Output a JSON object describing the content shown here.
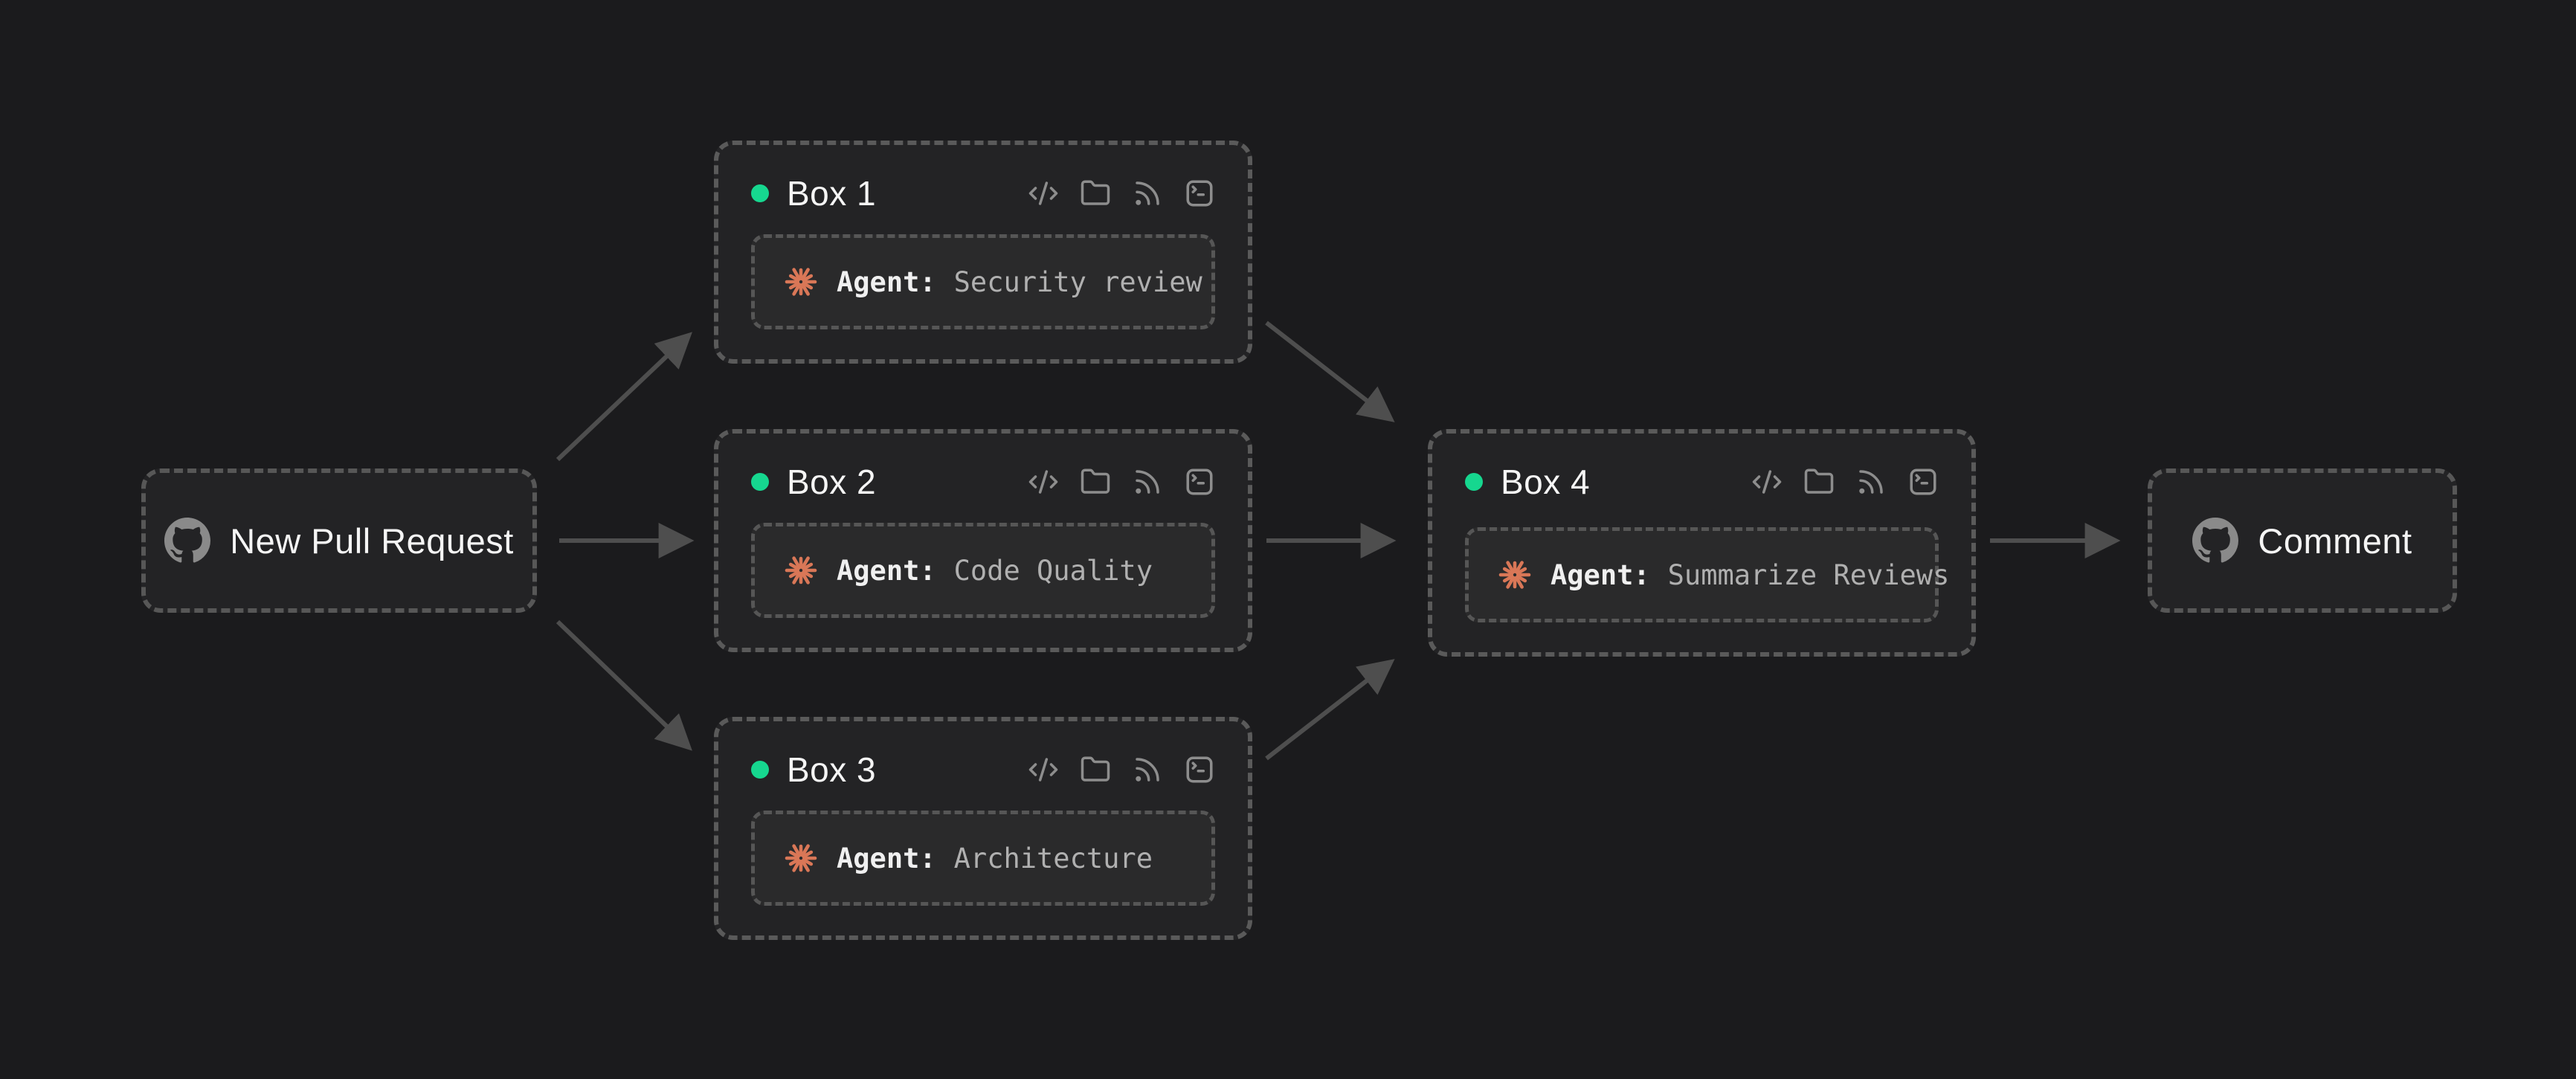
{
  "nodes": {
    "pull_request": {
      "label": "New Pull Request",
      "icon": "github-icon"
    },
    "comment": {
      "label": "Comment",
      "icon": "github-icon"
    },
    "boxes": [
      {
        "id": "box-1",
        "title": "Box 1",
        "status_color": "#16d78f",
        "toolbar_icons": [
          "code-icon",
          "folder-icon",
          "rss-icon",
          "terminal-icon"
        ],
        "agent_icon": "claude-starburst-icon",
        "agent_label": "Agent:",
        "agent_value": "Security review"
      },
      {
        "id": "box-2",
        "title": "Box 2",
        "status_color": "#16d78f",
        "toolbar_icons": [
          "code-icon",
          "folder-icon",
          "rss-icon",
          "terminal-icon"
        ],
        "agent_icon": "claude-starburst-icon",
        "agent_label": "Agent:",
        "agent_value": "Code Quality"
      },
      {
        "id": "box-3",
        "title": "Box 3",
        "status_color": "#16d78f",
        "toolbar_icons": [
          "code-icon",
          "folder-icon",
          "rss-icon",
          "terminal-icon"
        ],
        "agent_icon": "claude-starburst-icon",
        "agent_label": "Agent:",
        "agent_value": "Architecture"
      },
      {
        "id": "box-4",
        "title": "Box 4",
        "status_color": "#16d78f",
        "toolbar_icons": [
          "code-icon",
          "folder-icon",
          "rss-icon",
          "terminal-icon"
        ],
        "agent_icon": "claude-starburst-icon",
        "agent_label": "Agent:",
        "agent_value": "Summarize Reviews"
      }
    ]
  },
  "edges": [
    {
      "from": "new-pull-request",
      "to": "box-1"
    },
    {
      "from": "new-pull-request",
      "to": "box-2"
    },
    {
      "from": "new-pull-request",
      "to": "box-3"
    },
    {
      "from": "box-1",
      "to": "box-4"
    },
    {
      "from": "box-2",
      "to": "box-4"
    },
    {
      "from": "box-3",
      "to": "box-4"
    },
    {
      "from": "box-4",
      "to": "comment"
    }
  ],
  "colors": {
    "background": "#1b1b1d",
    "node_fill": "#232325",
    "pill_fill": "#2a2a2b",
    "dash_border": "#5a5a5a",
    "arrow": "#4e4e4e",
    "accent_green": "#16d78f",
    "accent_orange": "#d97757",
    "title_text": "#f5f5f5",
    "muted_text": "#b0b0b0",
    "icon_gray": "#8d8d8d"
  }
}
